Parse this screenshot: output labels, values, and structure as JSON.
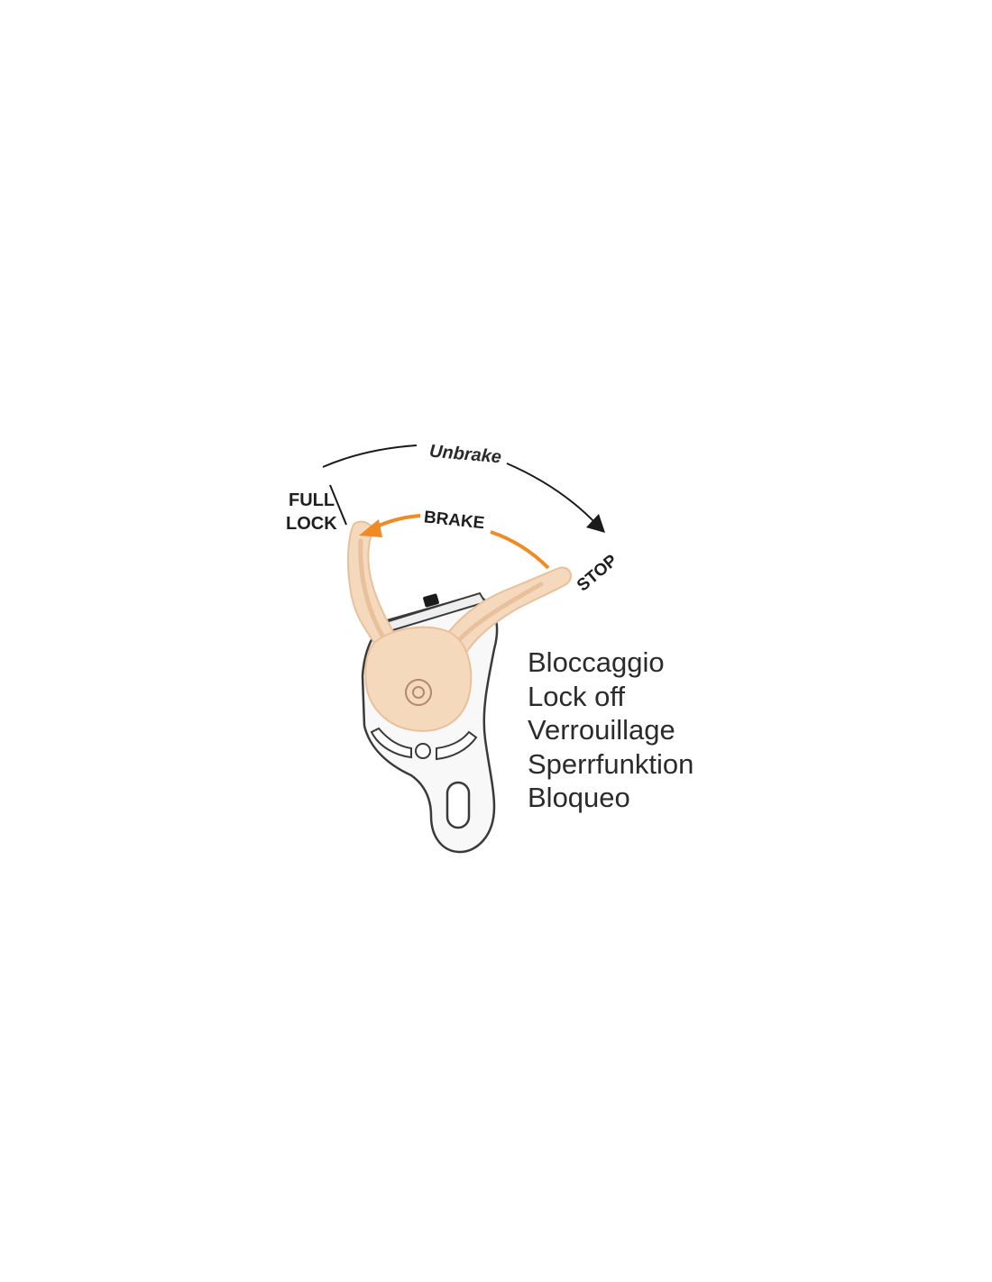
{
  "diagram": {
    "labels": {
      "unbrake": "Unbrake",
      "full_lock_line1": "FULL",
      "full_lock_line2": "LOCK",
      "brake": "BRAKE",
      "stop": "STOP"
    },
    "legend": [
      "Bloccaggio",
      "Lock off",
      "Verrouillage",
      "Sperrfunktion",
      "Bloqueo"
    ],
    "colors": {
      "handle_fill": "#f5d9bd",
      "handle_stroke": "#e9c09c",
      "brake_arrow": "#f08a24",
      "unbrake_arrow": "#1a1a1a",
      "device_stroke": "#3a3a3a",
      "device_fill": "#f8f8f8"
    }
  }
}
